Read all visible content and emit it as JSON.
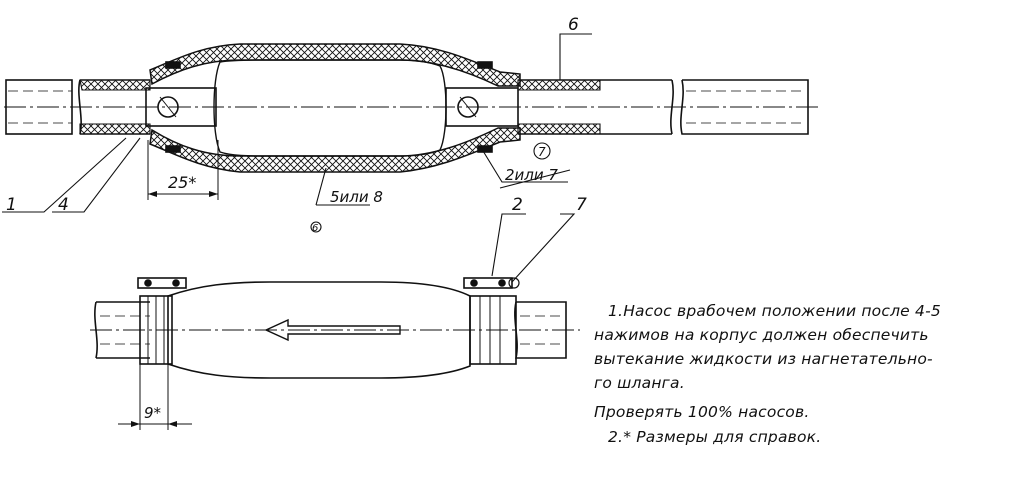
{
  "callouts": {
    "c1": "1",
    "c4": "4",
    "c6": "6",
    "c2": "2",
    "c7": "7",
    "c2_top": "2или 7",
    "c7_circle": "7",
    "c6_circle": "6",
    "c5": "5или 8"
  },
  "dimensions": {
    "d25": "25*",
    "d9": "9*"
  },
  "notes": {
    "line1": "1.Насос  врабочем  положении  после  4-5",
    "line2": "нажимов  на  корпус  должен  обеспечить",
    "line3": "вытекание  жидкости  из  нагнетательно-",
    "line4": "го  шланга.",
    "line5": "Проверять  100%  насосов.",
    "line6": "2.* Размеры  для  справок."
  }
}
